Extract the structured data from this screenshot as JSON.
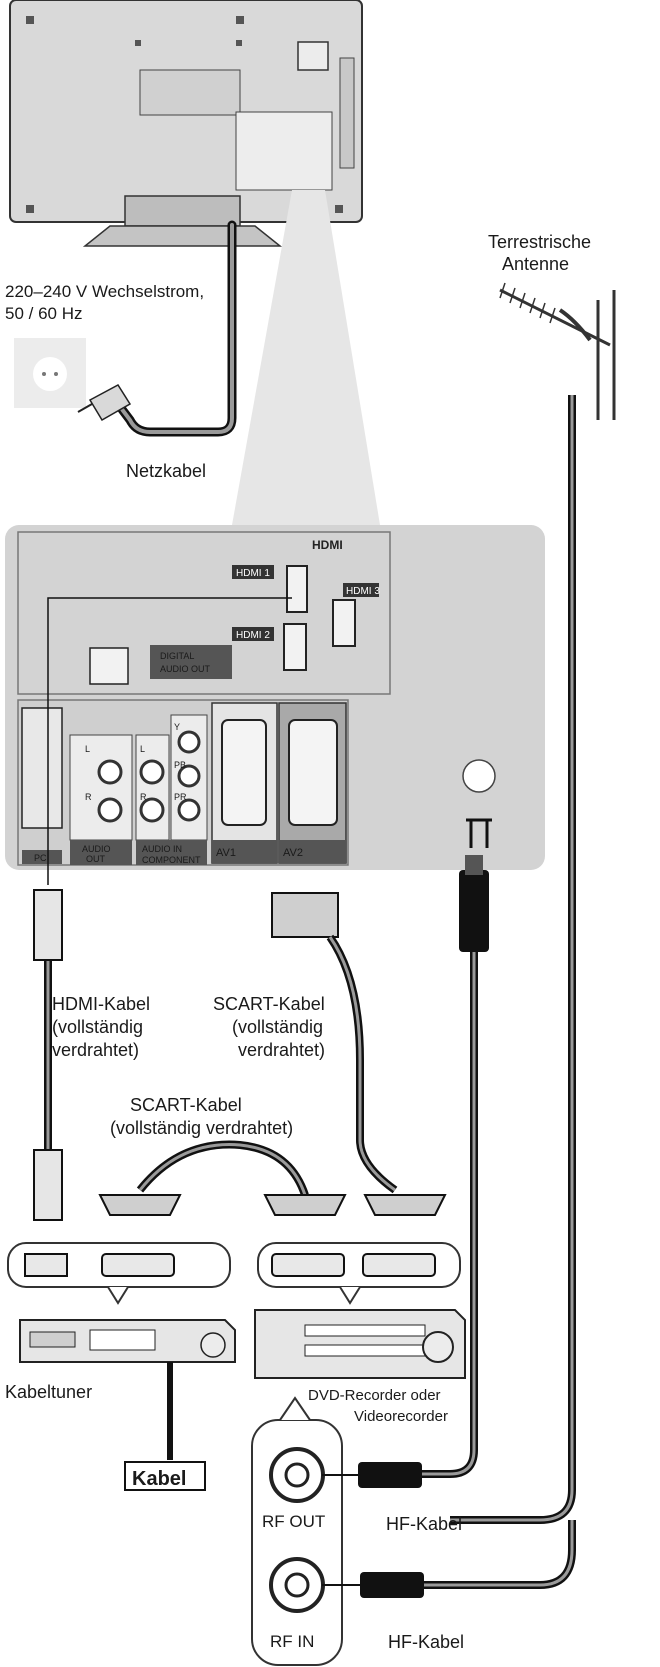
{
  "power": {
    "line1": "220–240 V Wechselstrom,",
    "line2": "50 / 60 Hz",
    "cable_label": "Netzkabel"
  },
  "antenna": {
    "line1": "Terrestrische",
    "line2": "Antenne"
  },
  "panel": {
    "hdmi_logo": "HDMI",
    "hdmi1": "HDMI 1",
    "hdmi2": "HDMI 2",
    "hdmi3": "HDMI 3",
    "digital_audio_line1": "DIGITAL",
    "digital_audio_line2": "AUDIO OUT",
    "pc": "PC",
    "audio_out_line1": "AUDIO",
    "audio_out_line2": "OUT",
    "audio_in": "AUDIO IN",
    "component": "COMPONENT",
    "av1": "AV1",
    "av2": "AV2",
    "port_l": "L",
    "port_r": "R",
    "port_y": "Y",
    "port_pb": "PB",
    "port_pr": "PR"
  },
  "cables": {
    "hdmi_line1": "HDMI-Kabel",
    "hdmi_line2": "(vollständig",
    "hdmi_line3": "verdrahtet)",
    "scart_right_line1": "SCART-Kabel",
    "scart_right_line2": "(vollständig",
    "scart_right_line3": "verdrahtet)",
    "scart_mid_line1": "SCART-Kabel",
    "scart_mid_line2": "(vollständig verdrahtet)",
    "hf_upper": "HF-Kabel",
    "hf_lower": "HF-Kabel"
  },
  "devices": {
    "tuner": "Kabeltuner",
    "recorder_line1": "DVD-Recorder oder",
    "recorder_line2": "Videorecorder",
    "kabel": "Kabel",
    "rf_out": "RF OUT",
    "rf_in": "RF IN"
  }
}
